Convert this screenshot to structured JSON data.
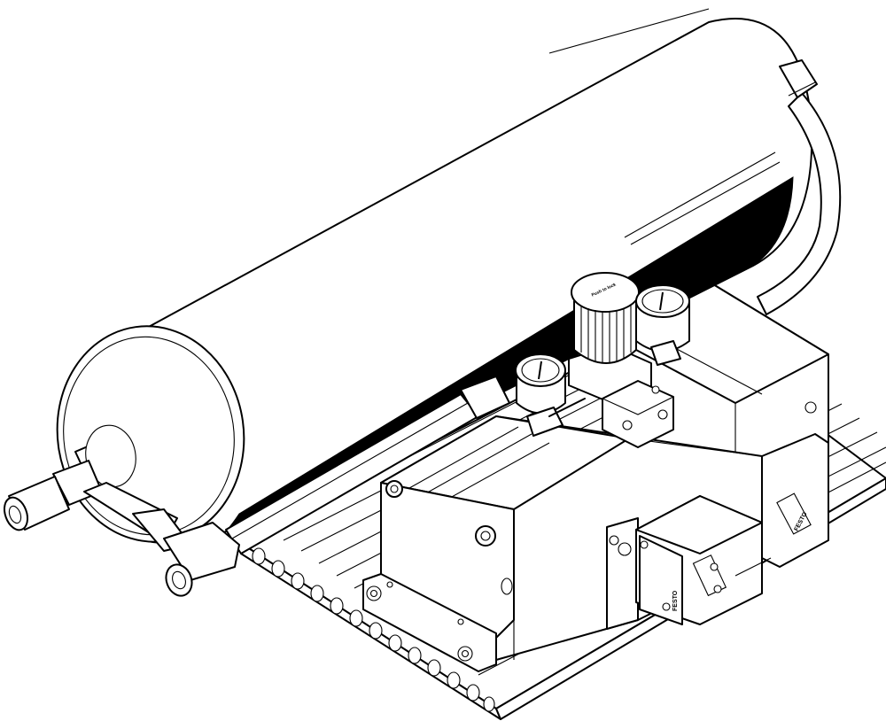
{
  "figure": {
    "subject": "Pressure booster with air reservoir",
    "colors": {
      "line": "#000000",
      "background": "#ffffff"
    },
    "labels": {
      "brand_front": "FESTO",
      "brand_side": "FESTO",
      "regulator_knob": "Push to lock"
    },
    "components": [
      {
        "id": "air-reservoir",
        "label": "Air reservoir tank"
      },
      {
        "id": "pressure-regulator",
        "label": "Pressure regulator"
      },
      {
        "id": "pressure-gauge-left",
        "label": "Pressure gauge"
      },
      {
        "id": "pressure-gauge-right",
        "label": "Pressure gauge"
      },
      {
        "id": "booster-body",
        "label": "Pressure booster"
      },
      {
        "id": "base-profile",
        "label": "Mounting profile rail"
      },
      {
        "id": "quick-coupling",
        "label": "Quick coupling"
      },
      {
        "id": "hose",
        "label": "Connecting hose"
      }
    ]
  }
}
